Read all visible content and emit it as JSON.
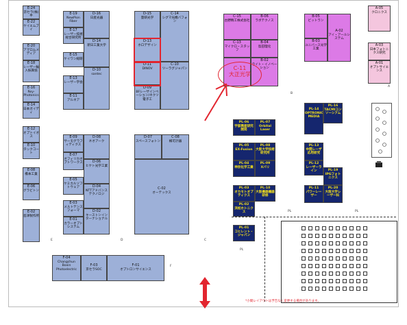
{
  "callout": {
    "booth_id": "C-11",
    "label": "大正光学"
  },
  "note": "*小間レイアウトは予告なく変更する場合があります。",
  "zones": [
    "A",
    "B",
    "C",
    "D",
    "E",
    "F"
  ],
  "pl_label": "PL",
  "left_column": [
    {
      "id": "E-24",
      "name": "京セラ(株)半"
    },
    {
      "id": "E-22",
      "name": "ケイエムブイ"
    },
    {
      "id": "E-20",
      "name": "アマロムメディア"
    },
    {
      "id": "E-18",
      "name": "レーザー輸入振興協"
    },
    {
      "id": "E-16",
      "name": "Rey-Photonics"
    },
    {
      "id": "E-14",
      "name": "日本ガイディ"
    },
    {
      "id": "E-12",
      "name": "オプトイオス"
    },
    {
      "id": "E-10",
      "name": "タックコート"
    },
    {
      "id": "E-08",
      "name": "橋本工業"
    },
    {
      "id": "E-06",
      "name": "グラビトン"
    },
    {
      "id": "E-02",
      "name": "島津製作所"
    }
  ],
  "col2": [
    {
      "id": "E-19",
      "name": "NewPion Fiber"
    },
    {
      "id": "E-17",
      "name": "レーザー技術総合研究所"
    },
    {
      "id": "E-15",
      "name": "ケイワン総研"
    },
    {
      "id": "E-13",
      "name": "レーザー学会"
    },
    {
      "id": "E-11",
      "name": "アルネア"
    },
    {
      "id": "E-09",
      "name": "サーモグラフィティクス"
    },
    {
      "id": "E-07",
      "name": "オフィリカオプトワークス"
    },
    {
      "id": "E-05",
      "name": "ケミカルソフトウェア"
    },
    {
      "id": "E-03",
      "name": "メルトテンスフォーマ"
    },
    {
      "id": "E-01",
      "name": "カラーオプトシステム"
    }
  ],
  "col3": [
    {
      "id": "D-16",
      "name": "日産光器"
    },
    {
      "id": "D-14",
      "name": "新日工業大学"
    },
    {
      "id": "D-10",
      "name": "santec"
    },
    {
      "id": "D-08",
      "name": "ネオアーク"
    },
    {
      "id": "D-06",
      "name": "ヒケト光学工業"
    },
    {
      "id": "D-04",
      "name": "NTTアドバンステクノロジ"
    },
    {
      "id": "D-02",
      "name": "キーストンインターナショナル"
    }
  ],
  "col4": [
    {
      "id": "D-15",
      "name": "量研光学"
    },
    {
      "id": "D-13",
      "name": "ホロデザイン"
    },
    {
      "id": "D-11",
      "name": "DINOV"
    },
    {
      "id": "D-09",
      "name": "BFレーザインベーション/ネクソ電子工"
    },
    {
      "id": "C-14",
      "name": "シグマ光機バフォン"
    },
    {
      "id": "C-10",
      "name": "ツーラグジャパン"
    },
    {
      "id": "D-07",
      "name": "スペースフォトン"
    },
    {
      "id": "C-08",
      "name": "橘可計器"
    },
    {
      "id": "C-02",
      "name": "オーテックス"
    }
  ],
  "magenta": [
    {
      "id": "C-15",
      "name": "古野精工株式会社"
    },
    {
      "id": "B-06",
      "name": "ラボテクノス"
    },
    {
      "id": "C-13",
      "name": "マイクロ・スタッフ"
    },
    {
      "id": "B-04",
      "name": "島田理化"
    },
    {
      "id": "B-02",
      "name": "ライト・イノベーション"
    },
    {
      "id": "B-05",
      "name": "ビットラン"
    },
    {
      "id": "A-02",
      "name": "アイ・アールシステム"
    },
    {
      "id": "B-03",
      "name": "ユニバース光学工業"
    }
  ],
  "right_pink": [
    {
      "id": "A-05",
      "name": "クロニクス"
    },
    {
      "id": "A-03",
      "name": "日本フォトニクス研究"
    },
    {
      "id": "A-01",
      "name": "オプトサイエンス"
    }
  ],
  "pl_booths": [
    {
      "id": "PL-06",
      "name": "宇部興産研究開発"
    },
    {
      "id": "PL-07",
      "name": "Orbital Laser"
    },
    {
      "id": "PL-05",
      "name": "EX-Fusion"
    },
    {
      "id": "PL-08",
      "name": "大阪大学技術研究所"
    },
    {
      "id": "PL-04",
      "name": "神奈化学工業"
    },
    {
      "id": "PL-09",
      "name": "Xバリ"
    },
    {
      "id": "PL-03",
      "name": "オカモトオプティクス"
    },
    {
      "id": "PL-10",
      "name": "大阪機器機器研修"
    },
    {
      "id": "PL-02",
      "name": "浜松ホトニクス"
    },
    {
      "id": "PL-01",
      "name": "コヒレント・ジャパン"
    },
    {
      "id": "PL-14",
      "name": "OPTRONICS MEDIA"
    },
    {
      "id": "PL-16",
      "name": "TACMIコンソーシアム"
    },
    {
      "id": "PL-13",
      "name": "中間レーザ応用研究"
    },
    {
      "id": "PL-12",
      "name": "レーザーライン"
    },
    {
      "id": "PL-19",
      "name": "IPGフォトニクス"
    },
    {
      "id": "PL-11",
      "name": "パワーレーザー"
    },
    {
      "id": "PL-20",
      "name": "大阪大学レーザー科"
    }
  ],
  "bottom": [
    {
      "id": "F-04",
      "name": "Changchun Boxin Photoelectric"
    },
    {
      "id": "F-03",
      "name": "京セラSOC"
    },
    {
      "id": "F-01",
      "name": "オプトロンサイエンス"
    }
  ]
}
